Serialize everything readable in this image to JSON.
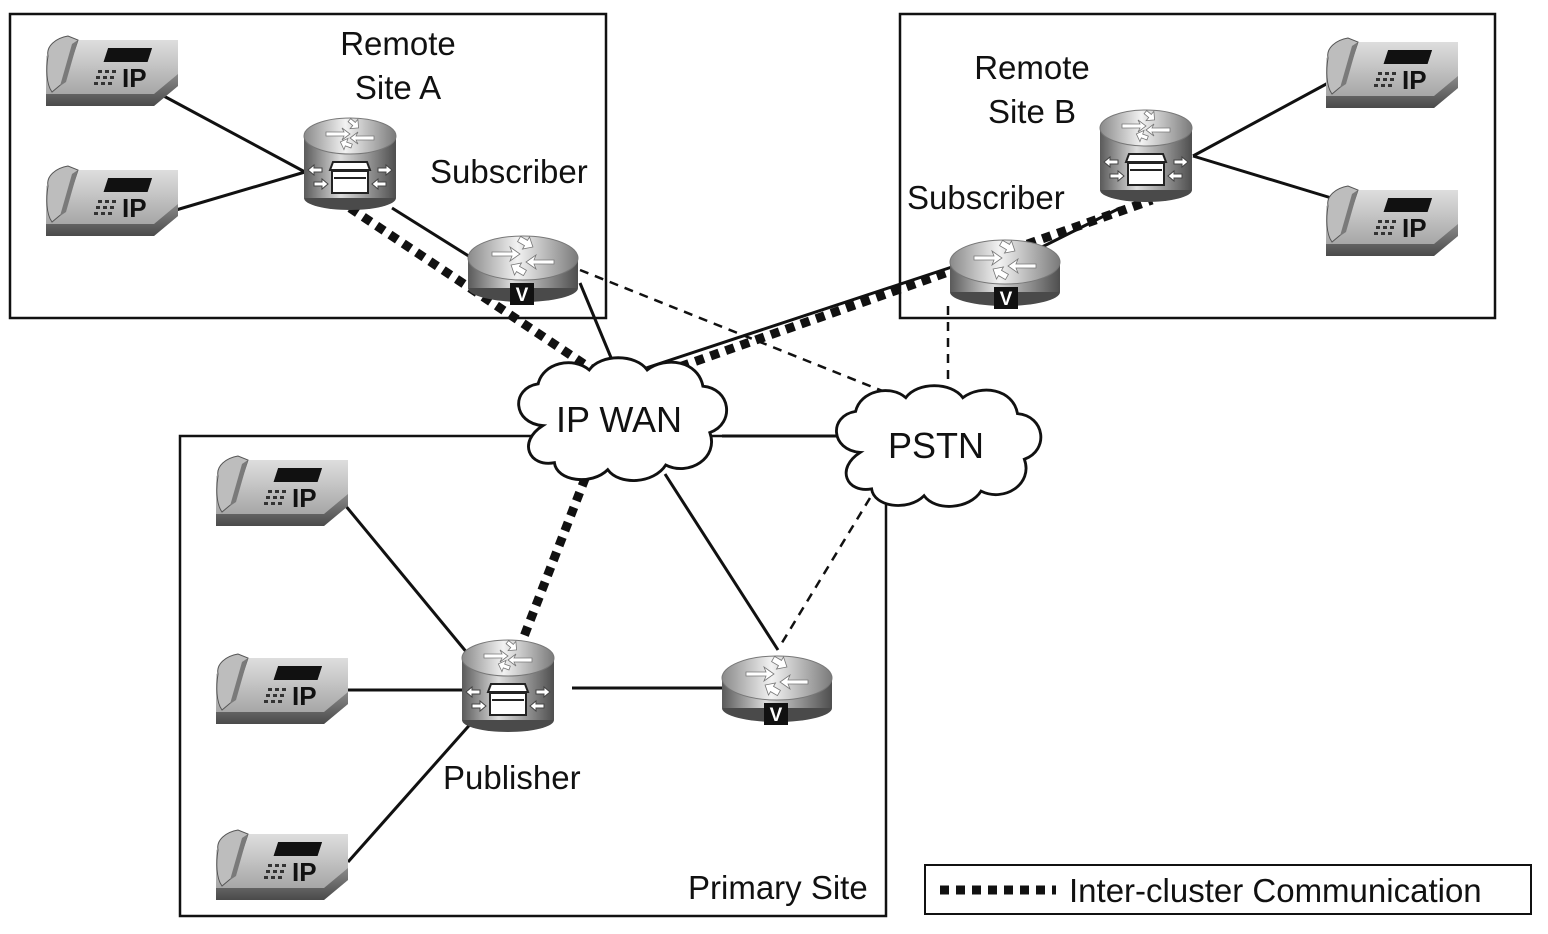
{
  "sites": {
    "remote_a": "Remote\nSite A",
    "remote_b": "Remote\nSite B",
    "primary": "Primary Site"
  },
  "nodes": {
    "subscriber_a": "Subscriber",
    "subscriber_b": "Subscriber",
    "publisher": "Publisher"
  },
  "clouds": {
    "ip_wan": "IP WAN",
    "pstn": "PSTN"
  },
  "device_text": {
    "phone_badge": "IP",
    "gateway_badge": "V"
  },
  "legend": {
    "label": "Inter-cluster Communication"
  },
  "icons": {
    "phone": "ip-phone-icon",
    "call_manager": "call-manager-icon",
    "gateway": "voice-gateway-icon",
    "cloud": "cloud-icon"
  },
  "colors": {
    "line": "#111111",
    "device_light": "#e6e6e6",
    "device_dark": "#6e6e6e"
  }
}
